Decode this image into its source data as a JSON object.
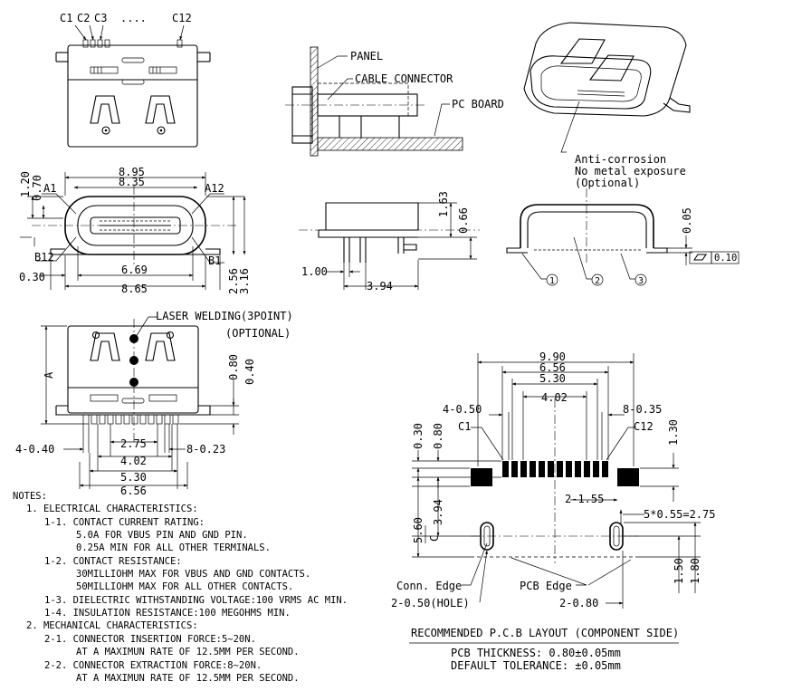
{
  "top_view": {
    "pin_labels": [
      "C1",
      "C2",
      "C3",
      "....",
      "C12"
    ]
  },
  "side_mount": {
    "panel": "PANEL",
    "cable_connector": "CABLE CONNECTOR",
    "pc_board": "PC BOARD"
  },
  "iso_view": {
    "note_line1": "Anti-corrosion",
    "note_line2": "No metal exposure",
    "note_line3": "(Optional)"
  },
  "front_view": {
    "dim_8_95": "8.95",
    "dim_8_35": "8.35",
    "dim_1_20": "1.20",
    "dim_0_70": "0.70",
    "a1": "A1",
    "a12": "A12",
    "b12": "B12",
    "b1": "B1",
    "dim_0_30": "0.30",
    "dim_6_69": "6.69",
    "dim_8_65": "8.65",
    "dim_2_56": "2.56",
    "dim_3_16": "3.16"
  },
  "side_view": {
    "dim_1_63": "1.63",
    "dim_0_66": "0.66",
    "dim_1_00": "1.00",
    "dim_3_94": "3.94"
  },
  "section_view": {
    "dim_0_05": "0.05",
    "flatness": "0.10",
    "callout_1": "1",
    "callout_2": "2",
    "callout_3": "3"
  },
  "bottom_view": {
    "laser_welding": "LASER WELDING(3POINT)",
    "optional": "(OPTIONAL)",
    "dim_a": "A",
    "dim_0_80": "0.80",
    "dim_0_40": "0.40",
    "dim_4_040": "4-0.40",
    "dim_2_75": "2.75",
    "dim_8_023": "8-0.23",
    "dim_4_02": "4.02",
    "dim_5_30": "5.30",
    "dim_6_56": "6.56"
  },
  "pcb_layout": {
    "dim_9_90": "9.90",
    "dim_6_56": "6.56",
    "dim_5_30": "5.30",
    "dim_4_02": "4.02",
    "dim_4_050": "4-0.50",
    "dim_8_035": "8-0.35",
    "c1": "C1",
    "c12": "C12",
    "dim_0_30": "0.30",
    "dim_0_80": "0.80",
    "dim_1_30": "1.30",
    "dim_2_155": "2-1.55",
    "dim_5x055": "5*0.55=2.75",
    "dim_5_60": "5.60",
    "dim_3_94": "3.94",
    "dim_c": "C",
    "dim_1_50": "1.50",
    "dim_1_80": "1.80",
    "conn_edge": "Conn. Edge",
    "pcb_edge": "PCB Edge",
    "hole": "2-0.50(HOLE)",
    "dim_2_080": "2-0.80",
    "title": "RECOMMENDED P.C.B LAYOUT (COMPONENT SIDE)",
    "thickness": "PCB THICKNESS: 0.80±0.05mm",
    "tolerance": "DEFAULT TOLERANCE: ±0.05mm"
  },
  "notes": {
    "heading": "NOTES:",
    "lines": [
      "1. ELECTRICAL CHARACTERISTICS:",
      "1-1. CONTACT CURRENT RATING:",
      "5.0A FOR VBUS PIN AND GND PIN.",
      "0.25A MIN FOR ALL OTHER TERMINALS.",
      "1-2. CONTACT RESISTANCE:",
      "30MILLIOHM MAX FOR VBUS AND GND CONTACTS.",
      "50MILLIOHM MAX FOR ALL OTHER CONTACTS.",
      "1-3. DIELECTRIC WITHSTANDING VOLTAGE:100 VRMS AC MIN.",
      "1-4. INSULATION RESISTANCE:100 MEGOHMS MIN.",
      "2. MECHANICAL CHARACTERISTICS:",
      "2-1. CONNECTOR INSERTION FORCE:5~20N.",
      "AT A MAXIMUN RATE OF 12.5MM PER SECOND.",
      "2-2. CONNECTOR EXTRACTION FORCE:8~20N.",
      "AT A MAXIMUN RATE OF 12.5MM PER SECOND."
    ]
  }
}
